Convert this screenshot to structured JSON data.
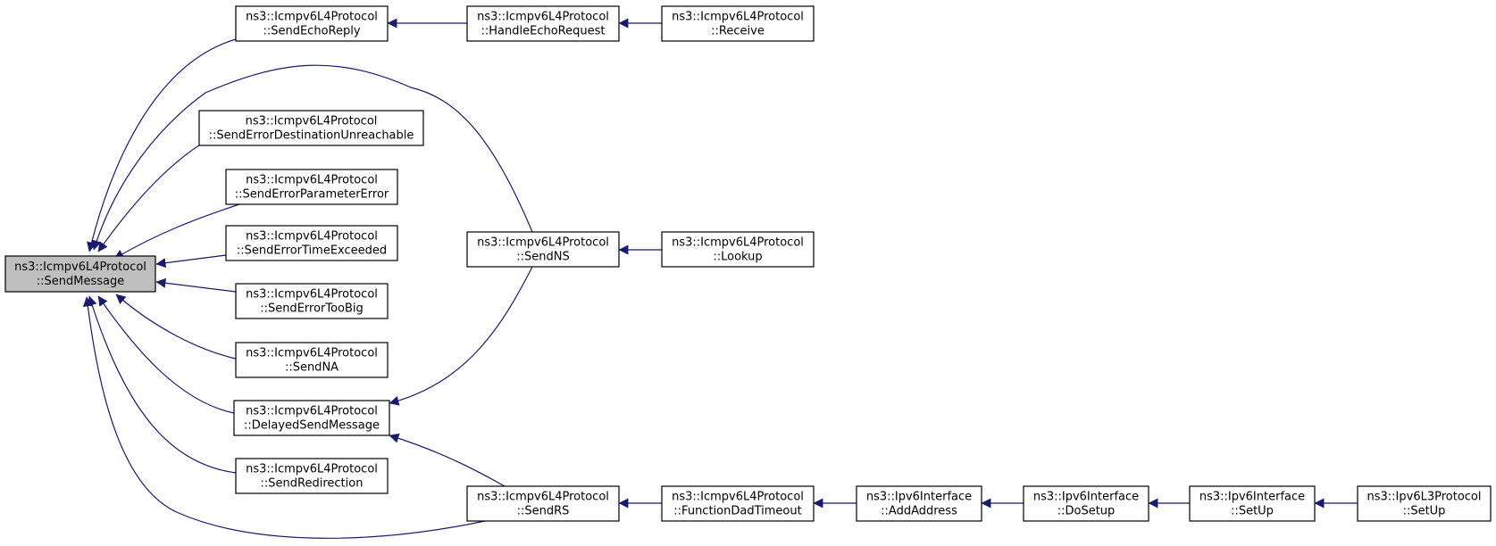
{
  "colors": {
    "edge": "#191970",
    "focus_fill": "#bfbfbf",
    "node_fill": "#ffffff",
    "border": "#000000"
  },
  "nodes": [
    {
      "id": "sendmessage",
      "line1": "ns3::Icmpv6L4Protocol",
      "line2": "::SendMessage",
      "focus": true
    },
    {
      "id": "sendechoreply",
      "line1": "ns3::Icmpv6L4Protocol",
      "line2": "::SendEchoReply"
    },
    {
      "id": "handleechorequest",
      "line1": "ns3::Icmpv6L4Protocol",
      "line2": "::HandleEchoRequest"
    },
    {
      "id": "receive",
      "line1": "ns3::Icmpv6L4Protocol",
      "line2": "::Receive"
    },
    {
      "id": "senderrordestunreach",
      "line1": "ns3::Icmpv6L4Protocol",
      "line2": "::SendErrorDestinationUnreachable"
    },
    {
      "id": "senderrorparamerror",
      "line1": "ns3::Icmpv6L4Protocol",
      "line2": "::SendErrorParameterError"
    },
    {
      "id": "senderrortimeexceeded",
      "line1": "ns3::Icmpv6L4Protocol",
      "line2": "::SendErrorTimeExceeded"
    },
    {
      "id": "senderrortoobig",
      "line1": "ns3::Icmpv6L4Protocol",
      "line2": "::SendErrorTooBig"
    },
    {
      "id": "sendna",
      "line1": "ns3::Icmpv6L4Protocol",
      "line2": "::SendNA"
    },
    {
      "id": "delayedsendmessage",
      "line1": "ns3::Icmpv6L4Protocol",
      "line2": "::DelayedSendMessage"
    },
    {
      "id": "sendredirection",
      "line1": "ns3::Icmpv6L4Protocol",
      "line2": "::SendRedirection"
    },
    {
      "id": "sendns",
      "line1": "ns3::Icmpv6L4Protocol",
      "line2": "::SendNS"
    },
    {
      "id": "lookup",
      "line1": "ns3::Icmpv6L4Protocol",
      "line2": "::Lookup"
    },
    {
      "id": "sendrs",
      "line1": "ns3::Icmpv6L4Protocol",
      "line2": "::SendRS"
    },
    {
      "id": "functiondadtimeout",
      "line1": "ns3::Icmpv6L4Protocol",
      "line2": "::FunctionDadTimeout"
    },
    {
      "id": "addaddress",
      "line1": "ns3::Ipv6Interface",
      "line2": "::AddAddress"
    },
    {
      "id": "dosetup",
      "line1": "ns3::Ipv6Interface",
      "line2": "::DoSetup"
    },
    {
      "id": "ipv6interface-setup",
      "line1": "ns3::Ipv6Interface",
      "line2": "::SetUp"
    },
    {
      "id": "ipv6l3protocol-setup",
      "line1": "ns3::Ipv6L3Protocol",
      "line2": "::SetUp"
    }
  ],
  "edges": [
    {
      "from": "sendechoreply",
      "to": "sendmessage"
    },
    {
      "from": "sendns",
      "to": "sendmessage"
    },
    {
      "from": "senderrordestunreach",
      "to": "sendmessage"
    },
    {
      "from": "senderrorparamerror",
      "to": "sendmessage"
    },
    {
      "from": "senderrortimeexceeded",
      "to": "sendmessage"
    },
    {
      "from": "senderrortoobig",
      "to": "sendmessage"
    },
    {
      "from": "sendna",
      "to": "sendmessage"
    },
    {
      "from": "delayedsendmessage",
      "to": "sendmessage"
    },
    {
      "from": "sendredirection",
      "to": "sendmessage"
    },
    {
      "from": "sendrs",
      "to": "sendmessage"
    },
    {
      "from": "handleechorequest",
      "to": "sendechoreply"
    },
    {
      "from": "receive",
      "to": "handleechorequest"
    },
    {
      "from": "sendns",
      "to": "delayedsendmessage"
    },
    {
      "from": "sendrs",
      "to": "delayedsendmessage"
    },
    {
      "from": "lookup",
      "to": "sendns"
    },
    {
      "from": "functiondadtimeout",
      "to": "sendrs"
    },
    {
      "from": "addaddress",
      "to": "functiondadtimeout"
    },
    {
      "from": "dosetup",
      "to": "addaddress"
    },
    {
      "from": "ipv6interface-setup",
      "to": "dosetup"
    },
    {
      "from": "ipv6l3protocol-setup",
      "to": "ipv6interface-setup"
    }
  ]
}
